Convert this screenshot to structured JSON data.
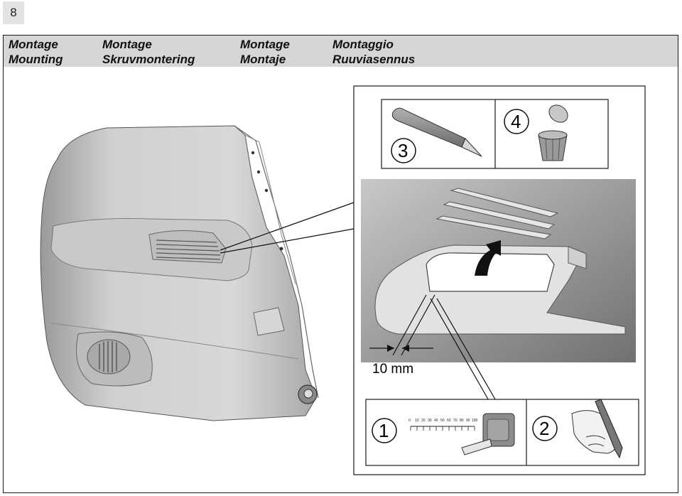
{
  "page_number": "8",
  "header": {
    "columns": [
      {
        "line1": "Montage",
        "line2": "Mounting"
      },
      {
        "line1": "Montage",
        "line2": "Skruvmontering"
      },
      {
        "line1": "Montage",
        "line2": "Montaje"
      },
      {
        "line1": "Montaggio",
        "line2": "Ruuviasennus"
      }
    ]
  },
  "steps": {
    "step1": "1",
    "step2": "2",
    "step3": "3",
    "step4": "4"
  },
  "measurement": "10 mm",
  "ruler_ticks": [
    "0",
    "10",
    "20",
    "30",
    "40",
    "50",
    "60",
    "70",
    "80",
    "90",
    "100"
  ]
}
